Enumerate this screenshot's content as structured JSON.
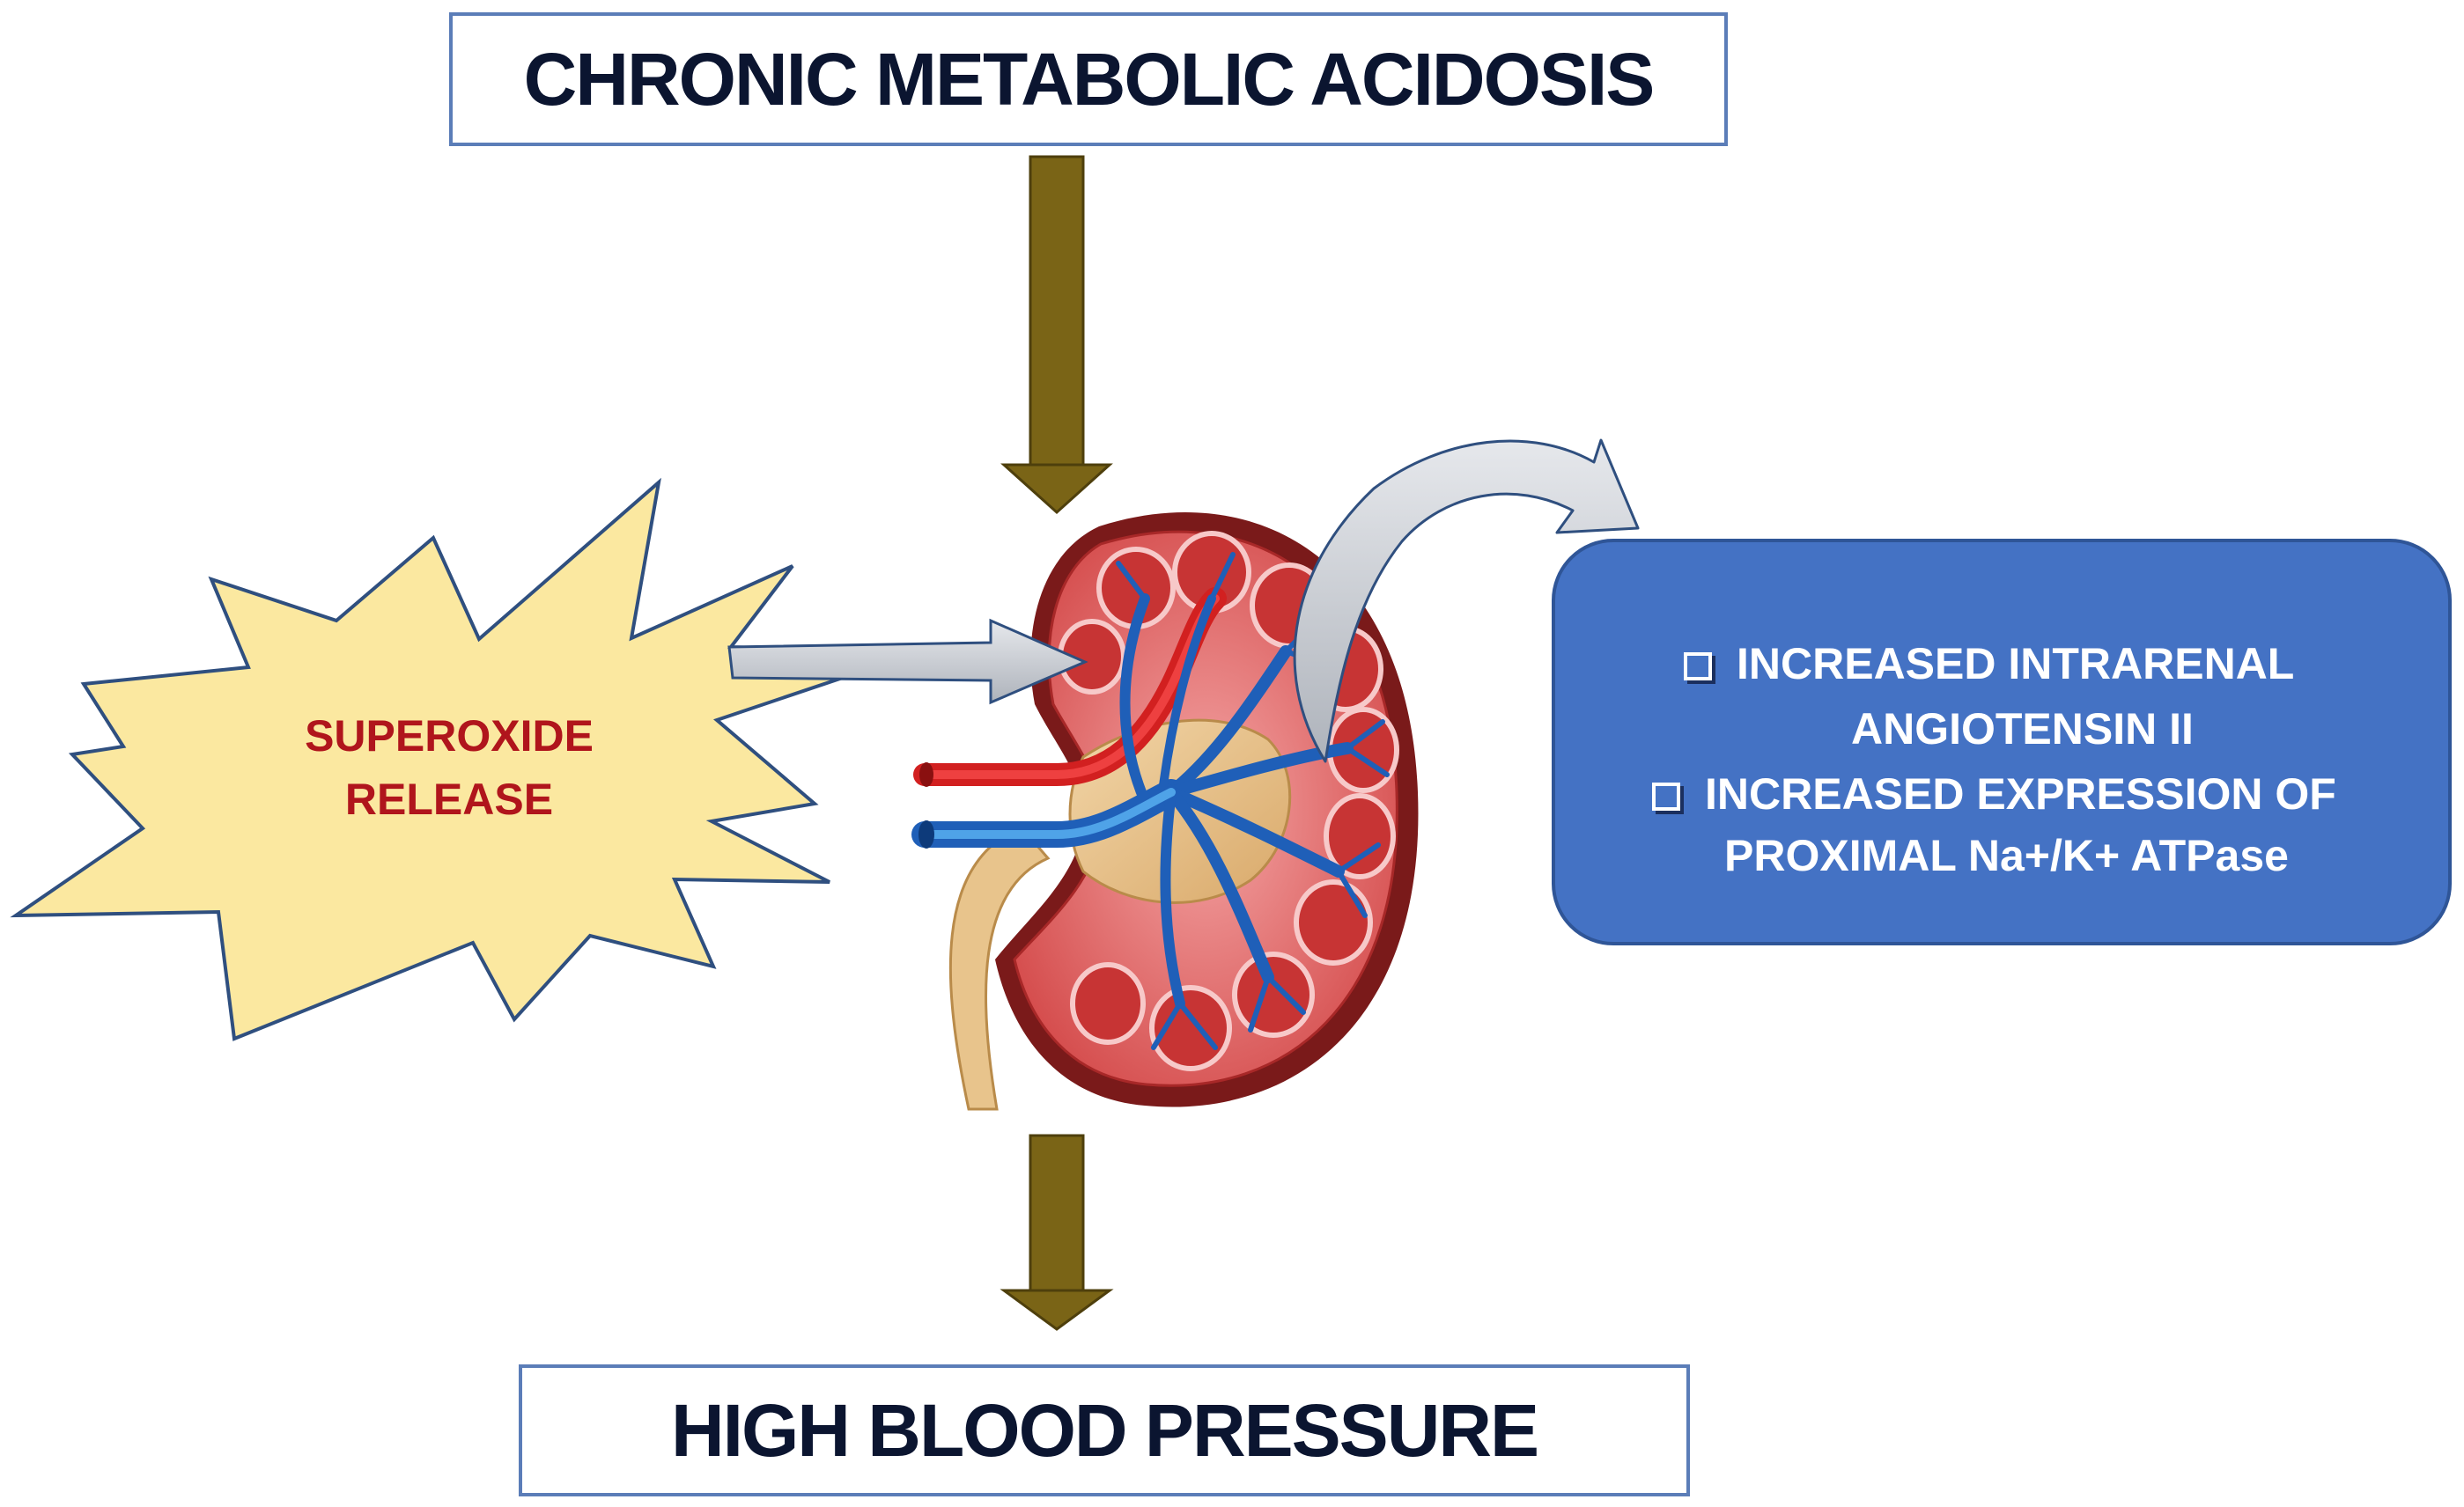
{
  "diagram": {
    "top_label": "CHRONIC METABOLIC ACIDOSIS",
    "bottom_label": "HIGH BLOOD PRESSURE",
    "burst": {
      "line1": "SUPEROXIDE",
      "line2": "RELEASE"
    },
    "panel": {
      "item1_line1": "INCREASED  INTRARENAL",
      "item1_line2": "ANGIOTENSIN II",
      "item2_line1": "INCREASED EXPRESSION OF",
      "item2_line2": "PROXIMAL Na+/K+ ATPase"
    },
    "colors": {
      "down_arrow": "#7a6416",
      "burst_fill": "#fbe8a0",
      "burst_text": "#b0151c",
      "panel_fill": "#4472c4",
      "box_border": "#5b7db8",
      "gray_arrow": "#c8ccd3"
    }
  }
}
